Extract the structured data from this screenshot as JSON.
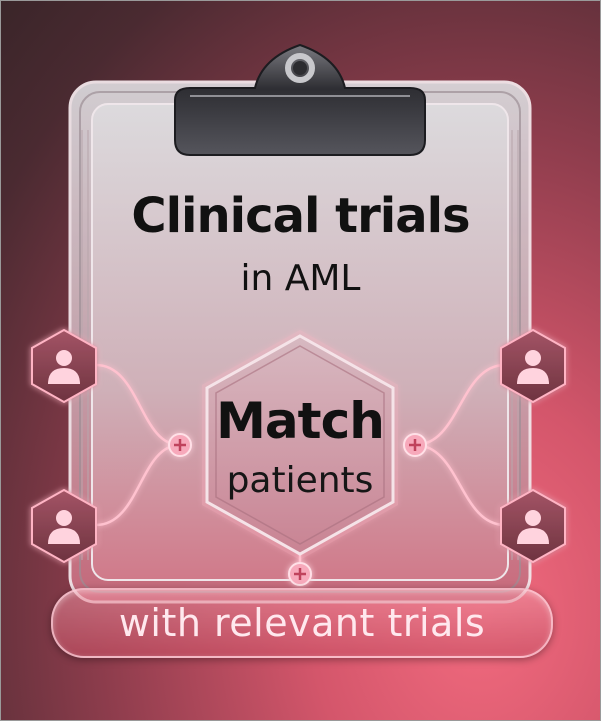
{
  "title": "Clinical trials",
  "subtitle": "in AML",
  "center": {
    "heading": "Match",
    "subheading": "patients"
  },
  "banner": {
    "text": "with relevant trials"
  },
  "colors": {
    "background_dark": "#3a2529",
    "background_pink": "#f26b7f",
    "glow": "#ff9fb4",
    "text_dark": "#111111",
    "banner_text": "#ffe8ee"
  },
  "icons": [
    "clipboard-clip-icon",
    "patient-icon",
    "plus-icon"
  ]
}
